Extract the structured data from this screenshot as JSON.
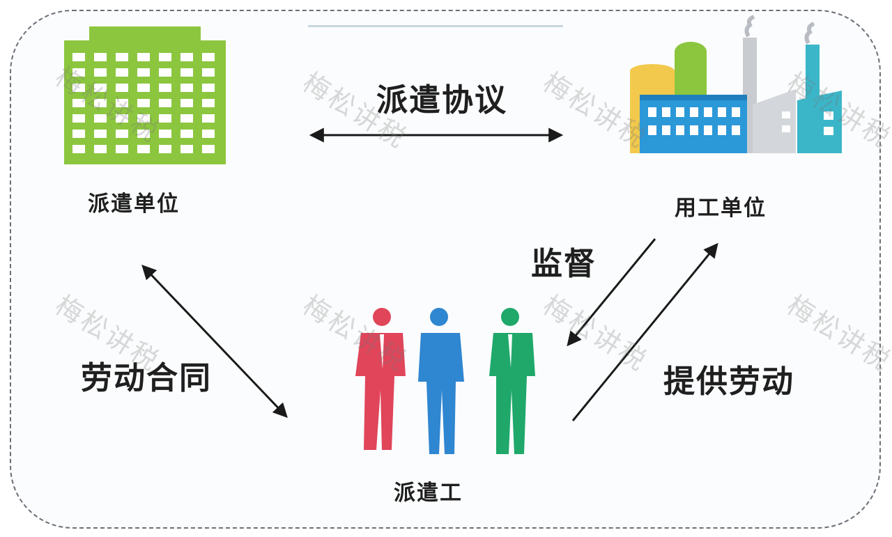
{
  "nodes": {
    "dispatch_unit": "派遣单位",
    "employer_unit": "用工单位",
    "dispatched_worker": "派遣工"
  },
  "relations": {
    "dispatch_agreement": "派遣协议",
    "labor_contract": "劳动合同",
    "supervision": "监督",
    "provide_labor": "提供劳动"
  },
  "watermark": "梅松讲税",
  "colors": {
    "building_green": "#8cc63f",
    "factory_blue": "#2b98d8",
    "factory_yellow": "#f2c94c",
    "factory_teal": "#3bb6c9",
    "worker_red": "#e0455a",
    "worker_blue": "#2f86d1",
    "worker_green": "#1fa86a"
  }
}
